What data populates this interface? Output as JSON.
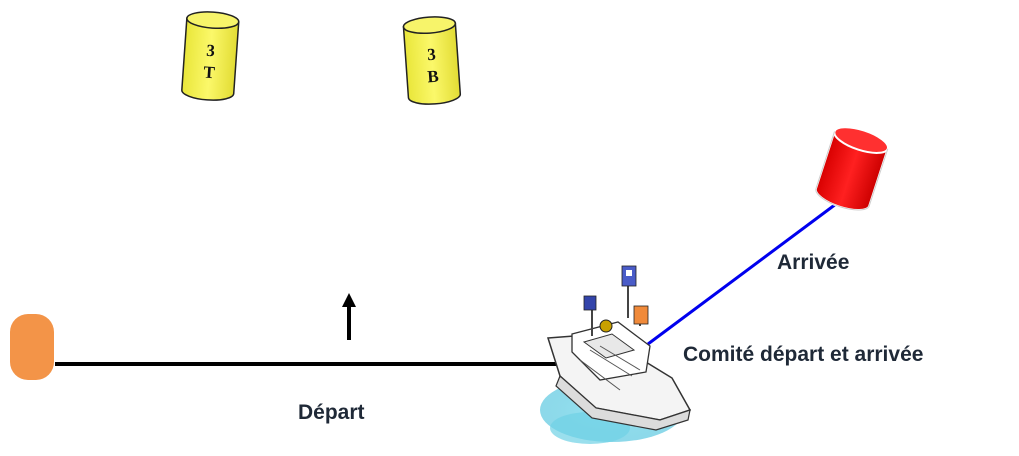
{
  "labels": {
    "start": "Départ",
    "finish": "Arrivée",
    "committee": "Comité départ et arrivée"
  },
  "buoys": [
    {
      "name": "buoy-3T",
      "line1": "3",
      "line2": "T",
      "color": "#f4f04a"
    },
    {
      "name": "buoy-3B",
      "line1": "3",
      "line2": "B",
      "color": "#f4f04a"
    },
    {
      "name": "finish-buoy",
      "color": "#ee1111"
    },
    {
      "name": "start-pin-buoy",
      "color": "#f39448"
    }
  ],
  "colors": {
    "start_line": "#000000",
    "finish_line": "#0000ee",
    "wind_arrow": "#000000",
    "water": "#7ad8ea"
  }
}
